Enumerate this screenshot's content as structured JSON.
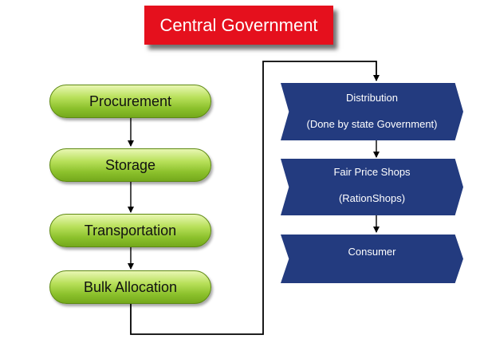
{
  "title": "Central Government",
  "left_chain": [
    "Procurement",
    "Storage",
    "Transportation",
    "Bulk Allocation"
  ],
  "right_chain": [
    {
      "line1": "Distribution",
      "line2": "(Done by state Government)"
    },
    {
      "line1": "Fair Price Shops",
      "line2": "(RationShops)"
    },
    {
      "line1": "Consumer"
    }
  ],
  "colors": {
    "title_bg": "#e5101d",
    "pill_green": "#8cc12c",
    "hex_blue": "#233b7f",
    "connector": "#000000"
  }
}
